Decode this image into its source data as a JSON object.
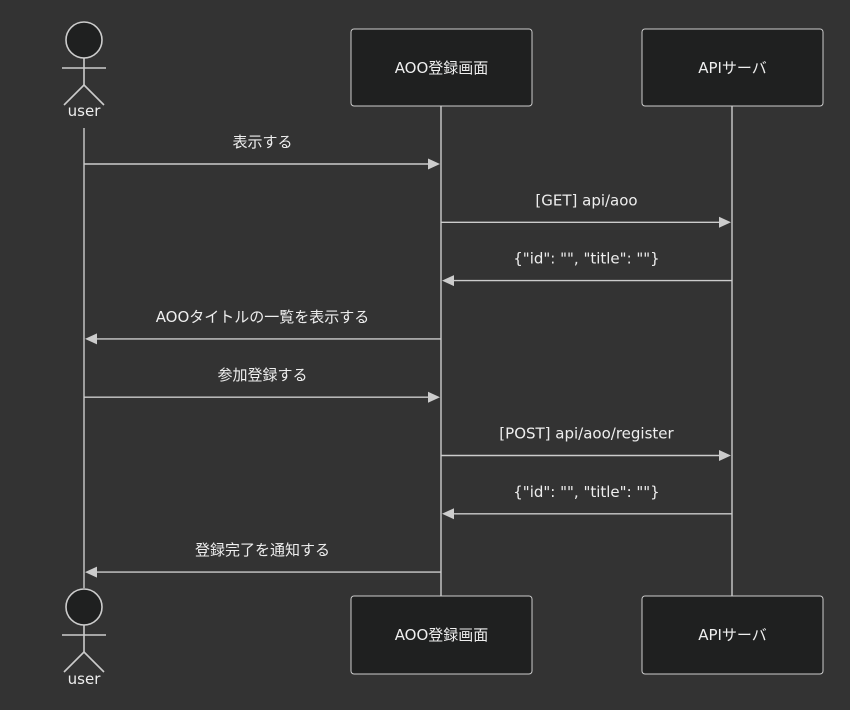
{
  "participants": {
    "user": {
      "label": "user",
      "kind": "actor"
    },
    "screen": {
      "label": "AOO登録画面",
      "kind": "box"
    },
    "api": {
      "label": "APIサーバ",
      "kind": "box"
    }
  },
  "messages": [
    {
      "from": "user",
      "to": "screen",
      "label": "表示する"
    },
    {
      "from": "screen",
      "to": "api",
      "label": "[GET] api/aoo"
    },
    {
      "from": "api",
      "to": "screen",
      "label": "{\"id\": \"\", \"title\": \"\"}"
    },
    {
      "from": "screen",
      "to": "user",
      "label": "AOOタイトルの一覧を表示する"
    },
    {
      "from": "user",
      "to": "screen",
      "label": "参加登録する"
    },
    {
      "from": "screen",
      "to": "api",
      "label": "[POST] api/aoo/register"
    },
    {
      "from": "api",
      "to": "screen",
      "label": "{\"id\": \"\", \"title\": \"\"}"
    },
    {
      "from": "screen",
      "to": "user",
      "label": "登録完了を通知する"
    }
  ],
  "colors": {
    "background": "#333333",
    "box_fill": "#1f2020",
    "stroke": "#cccccc",
    "text": "#eeeeee"
  }
}
